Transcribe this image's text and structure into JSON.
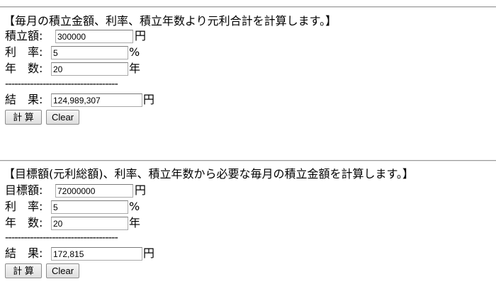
{
  "calc1": {
    "title": "【毎月の積立金額、利率、積立年数より元利合計を計算します。】",
    "amount_label": "積立額:",
    "amount_value": "300000",
    "amount_unit": "円",
    "rate_label": "利　率:",
    "rate_value": "5",
    "rate_unit": "%",
    "years_label": "年　数:",
    "years_value": "20",
    "years_unit": "年",
    "divider": "------------------------------------",
    "result_label": "結　果:",
    "result_value": "124,989,307",
    "result_unit": "円",
    "calc_button": "計 算",
    "clear_button": "Clear"
  },
  "calc2": {
    "title": "【目標額(元利総額)、利率、積立年数から必要な毎月の積立金額を計算します。】",
    "amount_label": "目標額:",
    "amount_value": "72000000",
    "amount_unit": "円",
    "rate_label": "利　率:",
    "rate_value": "5",
    "rate_unit": "%",
    "years_label": "年　数:",
    "years_value": "20",
    "years_unit": "年",
    "divider": "------------------------------------",
    "result_label": "結　果:",
    "result_value": "172,815",
    "result_unit": "円",
    "calc_button": "計 算",
    "clear_button": "Clear"
  }
}
